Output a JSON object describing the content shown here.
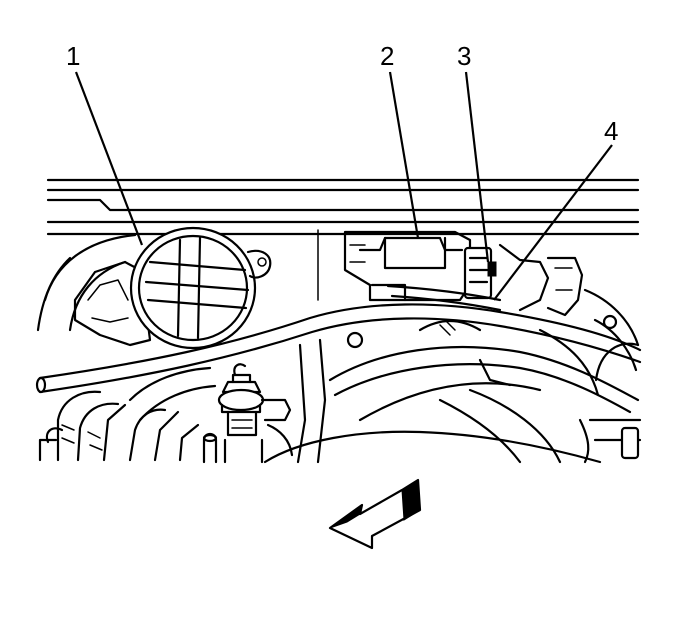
{
  "callouts": [
    {
      "id": 1,
      "label": "1"
    },
    {
      "id": 2,
      "label": "2"
    },
    {
      "id": 3,
      "label": "3"
    },
    {
      "id": 4,
      "label": "4"
    }
  ],
  "icons": {
    "direction_arrow": "front-direction-arrow-icon"
  },
  "colors": {
    "line": "#000000",
    "background": "#ffffff"
  }
}
